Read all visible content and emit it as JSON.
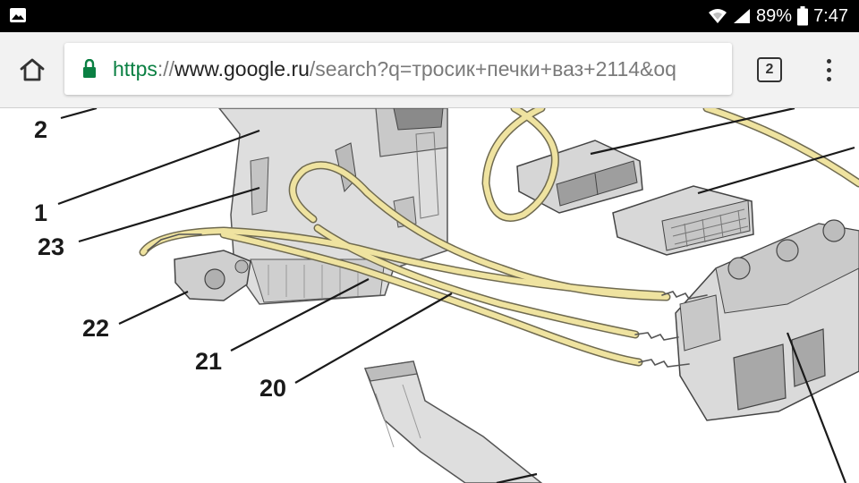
{
  "status_bar": {
    "battery_percent": "89%",
    "time": "7:47",
    "icons": [
      "gallery-icon",
      "wifi-icon",
      "signal-icon",
      "battery-icon"
    ]
  },
  "browser": {
    "url_scheme": "https",
    "url_separator": "://",
    "url_host": "www.google.ru",
    "url_path": "/search?q=тросик+печки+ваз+2114&oq",
    "tab_count": "2",
    "icons": [
      "home-icon",
      "lock-icon",
      "tabs-icon",
      "overflow-menu-icon"
    ],
    "colors": {
      "secure_scheme": "#0b8043",
      "cable": "#efe3a0",
      "part": "#dedede"
    }
  },
  "diagram": {
    "callouts": [
      "2",
      "1",
      "23",
      "22",
      "21",
      "20"
    ]
  }
}
